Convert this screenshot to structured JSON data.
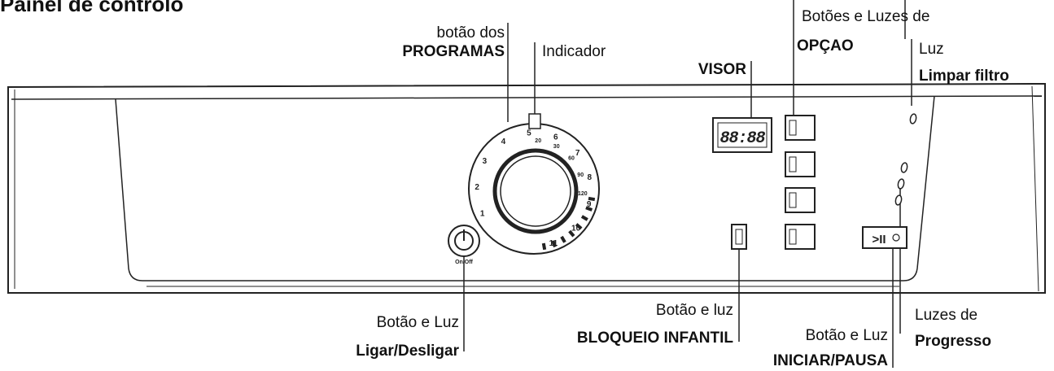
{
  "title": "Painel de controlo",
  "labels": {
    "programs_line1": "botão dos",
    "programs_line2": "PROGRAMAS",
    "indicator": "Indicador",
    "display": "VISOR",
    "options_line1": "Botões e Luzes de",
    "options_line2": "OPÇAO",
    "filter_line1": "Luz",
    "filter_line2": "Limpar filtro",
    "power_line1": "Botão e Luz",
    "power_line2": "Ligar/Desligar",
    "childlock_line1": "Botão e luz",
    "childlock_line2": "BLOQUEIO INFANTIL",
    "startpause_line1": "Botão e Luz",
    "startpause_line2": "INICIAR/PAUSA",
    "progress_line1": "Luzes de",
    "progress_line2": "Progresso"
  },
  "panel": {
    "display_digits": "88:88",
    "power_caption": "On/Off",
    "startpause_symbol": ">II",
    "dial_marks_outer": [
      "1",
      "2",
      "3",
      "4",
      "5",
      "6",
      "7",
      "8",
      "9",
      "10",
      "11"
    ],
    "dial_marks_inner": [
      "20",
      "30",
      "60",
      "90",
      "120"
    ]
  }
}
